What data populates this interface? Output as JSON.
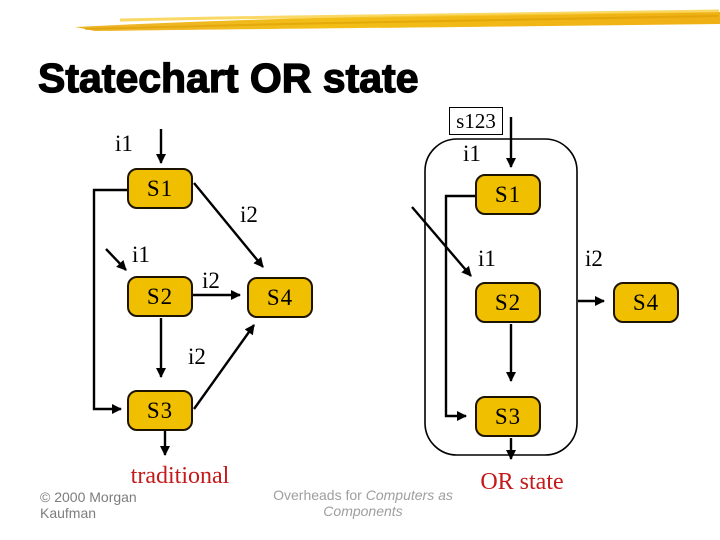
{
  "slide": {
    "title": "Statechart OR state"
  },
  "diagram_left": {
    "caption": "traditional",
    "states": {
      "s1": "S1",
      "s2": "S2",
      "s3": "S3",
      "s4": "S4"
    },
    "edge_labels": {
      "init": "i1",
      "i1_to_s2": "i1",
      "i2_s1_s4": "i2",
      "i2_s2_s4": "i2",
      "i2_s2_s3": "i2"
    }
  },
  "diagram_right": {
    "caption": "OR state",
    "composite_label": "s123",
    "states": {
      "s1": "S1",
      "s2": "S2",
      "s3": "S3",
      "s4": "S4"
    },
    "edge_labels": {
      "init": "i1",
      "i1_to_s2": "i1",
      "i2_out": "i2"
    }
  },
  "footer": {
    "copyright_line1": "© 2000 Morgan",
    "copyright_line2": "Kaufman",
    "credit_prefix": "Overheads for ",
    "credit_book": "Computers as Components"
  },
  "colors": {
    "state_fill": "#F0C000",
    "caption_red": "#C41A1A",
    "swoosh_gold": "#EFAF15"
  }
}
